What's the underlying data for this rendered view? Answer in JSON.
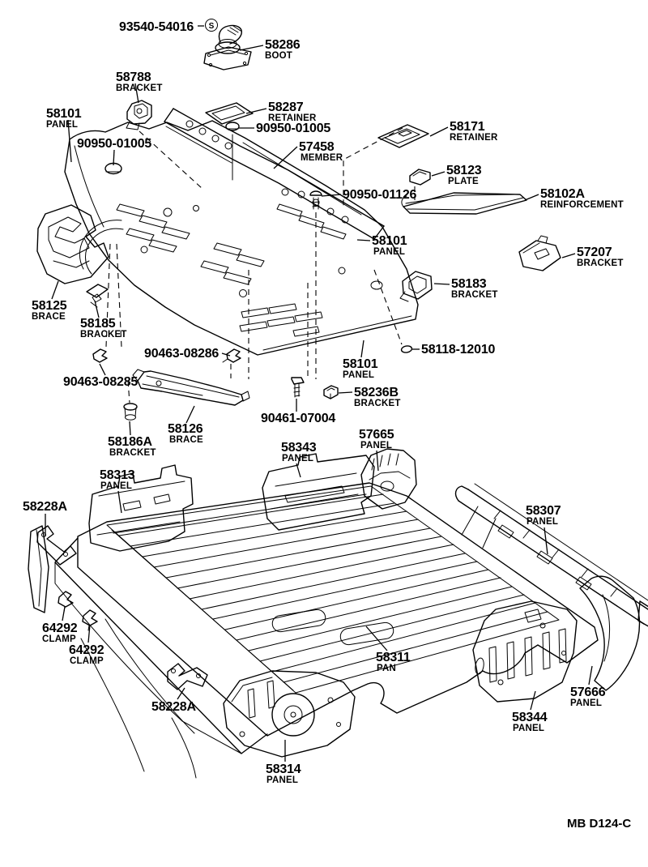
{
  "figure_code": "MB D124-C",
  "standard_part_symbol": "S",
  "labels": [
    {
      "code": "93540-54016",
      "desc": ""
    },
    {
      "code": "58286",
      "desc": "BOOT"
    },
    {
      "code": "58788",
      "desc": "BRACKET"
    },
    {
      "code": "58287",
      "desc": "RETAINER"
    },
    {
      "code": "58101",
      "desc": "PANEL"
    },
    {
      "code": "90950-01005",
      "desc": ""
    },
    {
      "code": "90950-01005",
      "desc": ""
    },
    {
      "code": "57458",
      "desc": "MEMBER"
    },
    {
      "code": "58171",
      "desc": "RETAINER"
    },
    {
      "code": "58123",
      "desc": "PLATE"
    },
    {
      "code": "90950-01126",
      "desc": ""
    },
    {
      "code": "58102A",
      "desc": "REINFORCEMENT"
    },
    {
      "code": "58101",
      "desc": "PANEL"
    },
    {
      "code": "57207",
      "desc": "BRACKET"
    },
    {
      "code": "58183",
      "desc": "BRACKET"
    },
    {
      "code": "58125",
      "desc": "BRACE"
    },
    {
      "code": "58185",
      "desc": "BRACKET"
    },
    {
      "code": "90463-08286",
      "desc": ""
    },
    {
      "code": "58118-12010",
      "desc": ""
    },
    {
      "code": "58101",
      "desc": "PANEL"
    },
    {
      "code": "90463-08285",
      "desc": ""
    },
    {
      "code": "58236B",
      "desc": "BRACKET"
    },
    {
      "code": "90461-07004",
      "desc": ""
    },
    {
      "code": "58126",
      "desc": "BRACE"
    },
    {
      "code": "58186A",
      "desc": "BRACKET"
    },
    {
      "code": "58343",
      "desc": "PANEL"
    },
    {
      "code": "57665",
      "desc": "PANEL"
    },
    {
      "code": "58313",
      "desc": "PANEL"
    },
    {
      "code": "58228A",
      "desc": ""
    },
    {
      "code": "58307",
      "desc": "PANEL"
    },
    {
      "code": "64292",
      "desc": "CLAMP"
    },
    {
      "code": "64292",
      "desc": "CLAMP"
    },
    {
      "code": "58311",
      "desc": "PAN"
    },
    {
      "code": "57666",
      "desc": "PANEL"
    },
    {
      "code": "58228A",
      "desc": ""
    },
    {
      "code": "58344",
      "desc": "PANEL"
    },
    {
      "code": "58314",
      "desc": "PANEL"
    }
  ]
}
